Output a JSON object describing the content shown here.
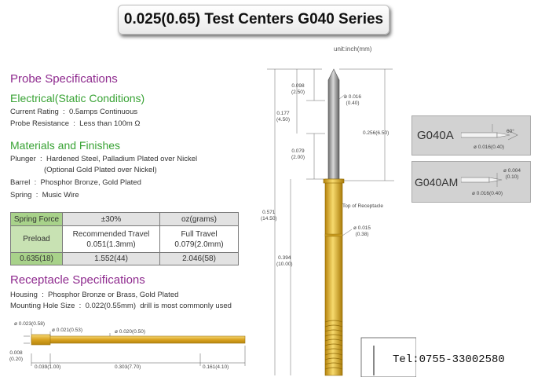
{
  "banner": {
    "title": "0.025(0.65) Test Centers G040 Series"
  },
  "unit_note": "unit:inch(mm)",
  "probe": {
    "heading": "Probe Specifications",
    "electrical_heading": "Electrical(Static Conditions)",
    "current_rating": "Current Rating  :  0.5amps Continuous",
    "probe_resistance": "Probe Resistance  :  Less than 100m Ω",
    "materials_heading": "Materials and Finishes",
    "plunger": "Plunger  :  Hardened Steel, Palladium Plated over Nickel",
    "plunger_option": "(Optional Gold Plated over Nickel)",
    "barrel": "Barrel  :  Phosphor Bronze, Gold Plated",
    "spring": "Spring  :  Music Wire"
  },
  "spring_table": {
    "header_label": "Spring Force",
    "tolerance": "±30%",
    "unit": "oz(grams)",
    "preload_label": "Preload",
    "rec_travel_label": "Recommended Travel",
    "rec_travel_value": "0.051(1.3mm)",
    "full_travel_label": "Full Travel",
    "full_travel_value": "0.079(2.0mm)",
    "preload_value": "0.635(18)",
    "rec_force": "1.552(44)",
    "full_force": "2.046(58)"
  },
  "receptacle": {
    "heading": "Receptacle Specifications",
    "housing": "Housing  :  Phosphor Bronze or Brass, Gold Plated",
    "mounting": "Mounting Hole Size  :  0.022(0.55mm)  drill is most commonly used"
  },
  "receptacle_dims": {
    "d1": "ø 0.023(0.58)",
    "d2": "ø 0.021(0.53)",
    "d3": "ø 0.020(0.50)",
    "h": "0.008\n(0.20)",
    "l1": "0.039(1.00)",
    "l2": "0.303(7.70)",
    "l3": "0.161(4.10)"
  },
  "probe_dims": {
    "a": "0.098\n(2.50)",
    "b": "0.177\n(4.50)",
    "c": "0.079\n(2.00)",
    "d": "0.571\n(14.50)",
    "e": "0.394\n(10.00)",
    "f": "0.256(6.50)",
    "tip_dia": "ø 0.016\n(0.40)",
    "barrel_dia": "ø 0.015\n(0.38)",
    "top_of_receptacle": "Top of Receptacle"
  },
  "variants": [
    {
      "name": "G040A",
      "angle": "60°",
      "dia": "ø 0.016(0.40)"
    },
    {
      "name": "G040AM",
      "dia1": "ø 0.004\n(0.10)",
      "dia2": "ø 0.016(0.40)"
    }
  ],
  "tel": "Tel:0755-33002580"
}
